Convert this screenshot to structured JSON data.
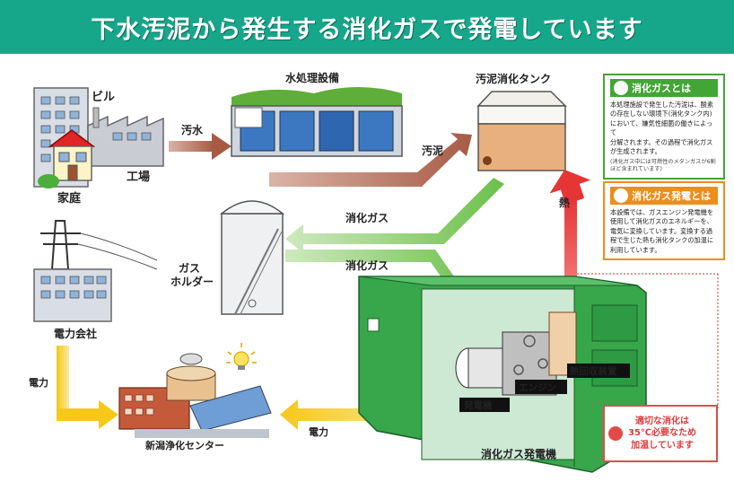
{
  "title": "下水汚泥から発生する消化ガスで発電しています",
  "labels": {
    "building": "ビル",
    "factory": "工場",
    "home": "家庭",
    "sewage": "汚水",
    "water_treatment": "水処理設備",
    "sludge": "汚泥",
    "digestion_tank": "汚泥消化タンク",
    "gas1": "消化ガス",
    "gas2": "消化ガス",
    "heat": "熱",
    "gas_holder_1": "ガス",
    "gas_holder_2": "ホルダー",
    "power_company": "電力会社",
    "power1": "電力",
    "power2": "電力",
    "center": "新潟浄化センター",
    "generator": "発電機",
    "engine": "エンジン",
    "heat_recovery": "熱回収装置",
    "gas_generator": "消化ガス発電機"
  },
  "info_gas": {
    "title": "消化ガスとは",
    "body": "本処理施設で発生した汚泥は、酸素\nの存在しない環境下(消化タンク内)\nにおいて、嫌気性細菌の働きによって\n分解されます。その過程で消化ガス\nが生成されます。",
    "note": "(消化ガス中には可燃性のメタンガスが6割\nほど含まれています)"
  },
  "info_power": {
    "title": "消化ガス発電とは",
    "body": "本設備では、ガスエンジン発電機を\n使用して消化ガスのエネルギーを、\n電気に変換しています。変換する過\n程で生じた熱も消化タンクの加温に\n利用しています。"
  },
  "note_red": "適切な消化は\n35℃必要なため\n加温しています",
  "colors": {
    "banner": "#16a78a",
    "gas_arrow": "#6cc04a",
    "sludge_arrow": "#a75b45",
    "heat_arrow": "#e53535",
    "power_arrow": "#f6c819",
    "generator_body": "#2e9a43",
    "info_gas_border": "#43a535",
    "info_power_border": "#ef8d1a"
  }
}
